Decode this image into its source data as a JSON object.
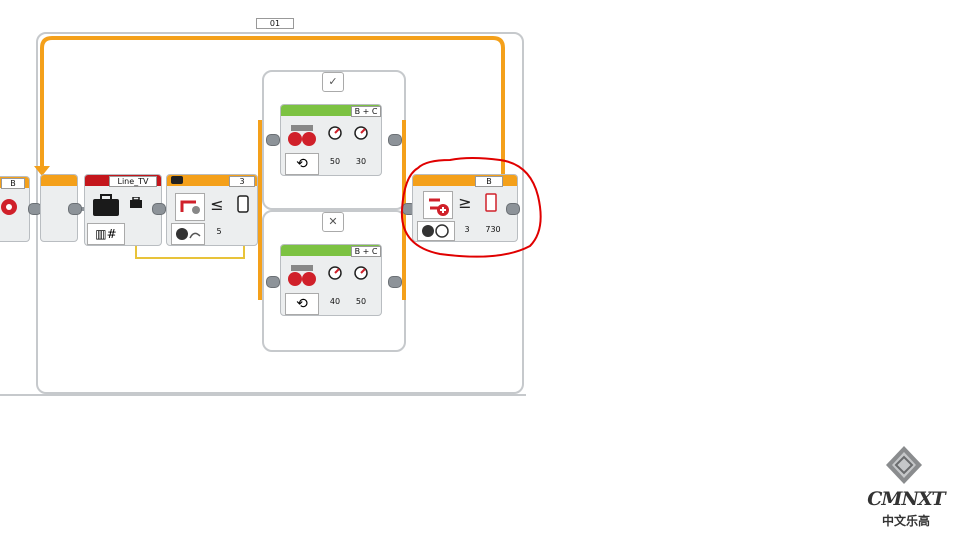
{
  "loop": {
    "name": "01"
  },
  "switch_cases": {
    "true_symbol": "✓",
    "false_symbol": "✕"
  },
  "blocks": {
    "left_partial": {
      "port": "B"
    },
    "variable": {
      "name": "Line_TV"
    },
    "color_sensor_compare": {
      "port": "3",
      "operator": "≤",
      "threshold": "5"
    },
    "tank_true": {
      "ports": "B + C",
      "left_power": "50",
      "right_power": "30"
    },
    "tank_false": {
      "ports": "B + C",
      "left_power": "40",
      "right_power": "50"
    },
    "rotation_wait": {
      "port": "B",
      "operator": "≥",
      "compare_type": "3",
      "degrees": "730"
    }
  },
  "watermark": {
    "logo_text": "CMNXT",
    "sub_text": "中文乐高"
  },
  "colors": {
    "orange": "#f4a01a",
    "red_annotation": "#e00000",
    "wire_yellow": "#e8c33a"
  }
}
